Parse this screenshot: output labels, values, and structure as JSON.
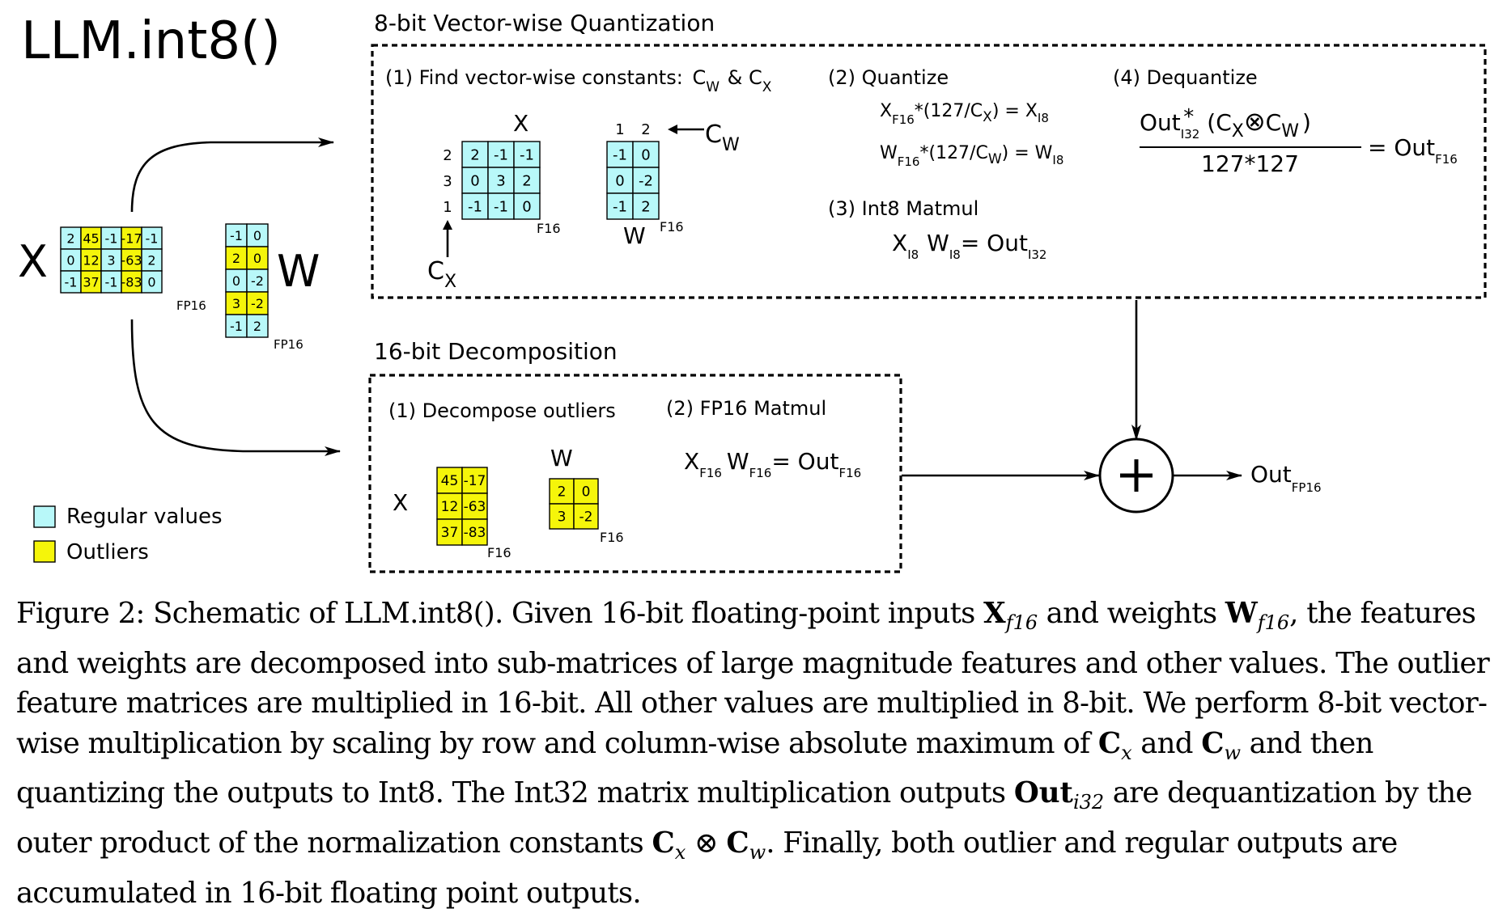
{
  "figure": {
    "title": "LLM.int8()",
    "quant_section": {
      "title": "8-bit Vector-wise Quantization",
      "step1": {
        "label": "(1) Find vector-wise constants:",
        "cw": "C",
        "cw_sub": "W",
        "amp": "&",
        "cx": "C",
        "cx_sub": "X"
      },
      "step2": {
        "label": "(2) Quantize",
        "eq1": [
          "X",
          "F16",
          "*(127/C",
          "X",
          ") = X",
          "I8"
        ],
        "eq2": [
          "W",
          "F16",
          "*(127/C",
          "W",
          ") = W",
          "I8"
        ]
      },
      "step3": {
        "label": "(3) Int8 Matmul",
        "eq": [
          "X",
          "I8",
          "W",
          "I8",
          "= Out",
          "I32"
        ]
      },
      "step4": {
        "label": "(4) Dequantize",
        "numer": [
          "Out",
          "I32",
          "*",
          "(C",
          "X",
          "⊗",
          "C",
          "W",
          ")"
        ],
        "denom": "127*127",
        "rhs": [
          "= Out",
          "F16"
        ]
      }
    },
    "decomp_section": {
      "title": "16-bit Decomposition",
      "step1": {
        "label": "(1) Decompose outliers"
      },
      "step2": {
        "label": "(2) FP16 Matmul",
        "eq": [
          "X",
          "F16",
          "W",
          "F16",
          "= Out",
          "F16"
        ]
      }
    },
    "labels": {
      "x_big": "X",
      "w_big": "W",
      "fp16": "FP16",
      "f16": "F16",
      "x_small": "X",
      "w_small": "W",
      "cx": "C",
      "cx_sub": "X",
      "cw": "C",
      "cw_sub": "W",
      "plus": "+",
      "out": "Out",
      "out_sub": "FP16"
    },
    "matrices": {
      "input_x": [
        [
          "2",
          "45",
          "-1",
          "-17",
          "-1"
        ],
        [
          "0",
          "12",
          "3",
          "-63",
          "2"
        ],
        [
          "-1",
          "37",
          "-1",
          "-83",
          "0"
        ]
      ],
      "input_w": [
        [
          "-1",
          "0"
        ],
        [
          "2",
          "0"
        ],
        [
          "0",
          "-2"
        ],
        [
          "3",
          "-2"
        ],
        [
          "-1",
          "2"
        ]
      ],
      "outlier_cols": [
        1,
        3
      ],
      "outlier_rows": [
        1,
        3
      ],
      "quant_x": [
        [
          "2",
          "-1",
          "-1"
        ],
        [
          "0",
          "3",
          "2"
        ],
        [
          "-1",
          "-1",
          "0"
        ]
      ],
      "quant_x_row_constants": [
        "2",
        "3",
        "1"
      ],
      "quant_w": [
        [
          "-1",
          "0"
        ],
        [
          "0",
          "-2"
        ],
        [
          "-1",
          "2"
        ]
      ],
      "quant_w_col_constants": [
        "1",
        "2"
      ],
      "decomp_x": [
        [
          "45",
          "-17"
        ],
        [
          "12",
          "-63"
        ],
        [
          "37",
          "-83"
        ]
      ],
      "decomp_w": [
        [
          "2",
          "0"
        ],
        [
          "3",
          "-2"
        ]
      ]
    },
    "legend": [
      {
        "label": "Regular values",
        "color": "#b8f8f9"
      },
      {
        "label": "Outliers",
        "color": "#f5f50a"
      }
    ]
  },
  "caption": {
    "p1": "Figure 2: Schematic of LLM.int8(). Given 16-bit floating-point inputs ",
    "x_sym": "X",
    "x_sub": "f16",
    "p2": " and weights ",
    "w_sym": "W",
    "w_sub": "f16",
    "p3": ", the features and weights are decomposed into sub-matrices of large magnitude features and other values. The outlier feature matrices are multiplied in 16-bit. All other values are multiplied in 8-bit. We perform 8-bit vector-wise multiplication by scaling by row and column-wise absolute maximum of ",
    "cx_sym": "C",
    "cx_sub": "x",
    "p4": " and ",
    "cw_sym": "C",
    "cw_sub": "w",
    "p5": " and then quantizing the outputs to Int8. The Int32 matrix multiplication outputs ",
    "out_sym": "Out",
    "out_sub": "i32",
    "p6": " are dequantization by the outer product of the normalization constants ",
    "cx2_sym": "C",
    "cx2_sub": "x",
    "otimes": " ⊗ ",
    "cw2_sym": "C",
    "cw2_sub": "w",
    "p7": ". Finally, both outlier and regular outputs are accumulated in 16-bit floating point outputs."
  }
}
